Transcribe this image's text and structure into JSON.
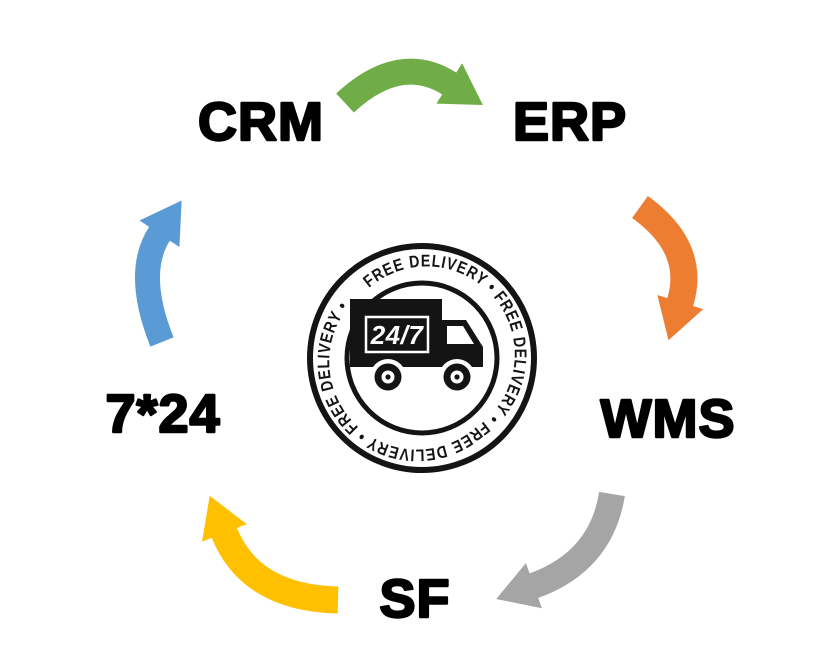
{
  "diagram": {
    "type": "cycle",
    "background": "#ffffff",
    "nodes": [
      {
        "id": "crm",
        "label": "CRM"
      },
      {
        "id": "erp",
        "label": "ERP"
      },
      {
        "id": "wms",
        "label": "WMS"
      },
      {
        "id": "sf",
        "label": "SF"
      },
      {
        "id": "7x24",
        "label": "7*24"
      }
    ],
    "arrows": [
      {
        "from": "CRM",
        "to": "ERP",
        "color": "#70AD47"
      },
      {
        "from": "ERP",
        "to": "WMS",
        "color": "#ED7D31"
      },
      {
        "from": "WMS",
        "to": "SF",
        "color": "#A5A5A5"
      },
      {
        "from": "SF",
        "to": "7*24",
        "color": "#FFC000"
      },
      {
        "from": "7*24",
        "to": "CRM",
        "color": "#5B9BD5"
      }
    ],
    "badge": {
      "ring_text": "FREE DELIVERY • FREE DELIVERY • FREE DELIVERY • FREE DELIVERY • ",
      "truck_label": "24/7",
      "ink_color": "#141414"
    }
  }
}
